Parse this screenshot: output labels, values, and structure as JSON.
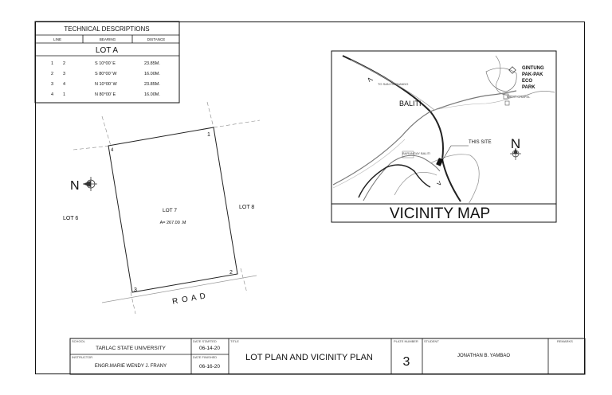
{
  "technical_descriptions": {
    "title": "TECHNICAL DESCRIPTIONS",
    "headers": [
      "LINE",
      "BEARING",
      "DISTANCE"
    ],
    "lot_name": "LOT A",
    "rows": [
      {
        "from": "1",
        "to": "2",
        "bearing": "S 10°00' E",
        "distance": "23.85M."
      },
      {
        "from": "2",
        "to": "3",
        "bearing": "S 80°00' W",
        "distance": "16.00M."
      },
      {
        "from": "3",
        "to": "4",
        "bearing": "N 10°00' W",
        "distance": "23.85M."
      },
      {
        "from": "4",
        "to": "1",
        "bearing": "N 80°00' E",
        "distance": "16.00M."
      }
    ]
  },
  "lot_plan": {
    "lot_label": "LOT 7",
    "area": "A= 267.00 .M",
    "left_lot": "LOT 6",
    "right_lot": "LOT 8",
    "road": "R O A D",
    "north": "N",
    "corners": [
      "1",
      "2",
      "3",
      "4"
    ]
  },
  "vicinity_map": {
    "title": "VICINITY MAP",
    "place": "BALITI",
    "site": "THIS SITE",
    "park": [
      "GINTUNG",
      "PAK-PAK",
      "ECO",
      "PARK"
    ],
    "north": "N",
    "small_labels": [
      "TO SAN FERNANDO",
      "BARANGAY BALITI",
      "BALITI CHAPEL"
    ]
  },
  "title_block": {
    "school_caption": "SCHOOL",
    "school": "TARLAC STATE UNIVERSITY",
    "instructor_caption": "INSTRUCTOR",
    "instructor": "ENGR.MARIE WENDY J. FRANY",
    "date_started_caption": "DATE STARTED",
    "date_started": "06-14-20",
    "date_finished_caption": "DATE FINISHED",
    "date_finished": "06-16-20",
    "title_caption": "TITLE",
    "title": "LOT PLAN AND VICINITY PLAN",
    "plate_caption": "PLATE NUMBER",
    "plate_number": "3",
    "student_caption": "STUDENT",
    "student": "JONATHAN B. YAMBAO",
    "remarks_caption": "REMARKS"
  }
}
